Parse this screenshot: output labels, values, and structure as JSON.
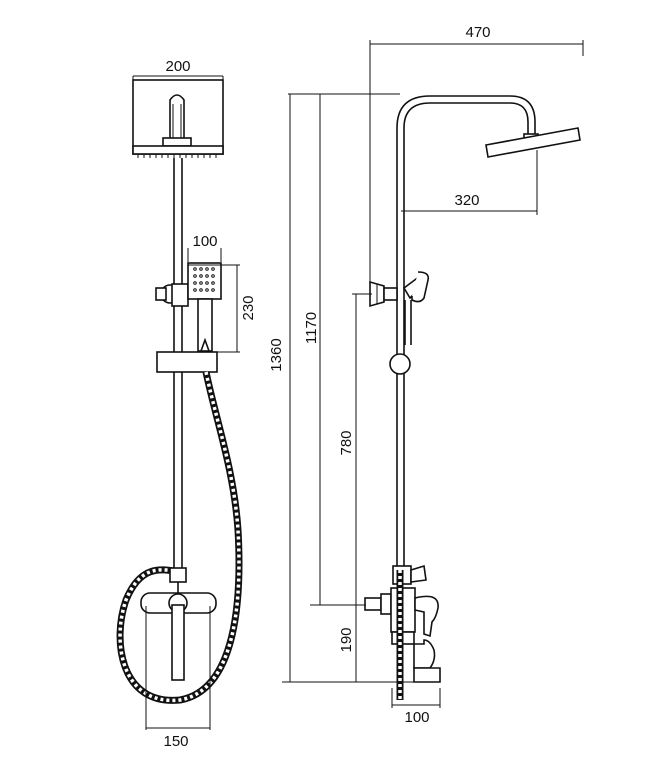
{
  "dimensions": {
    "head_width": "200",
    "handshower_width": "100",
    "handshower_height": "230",
    "total_height": "1360",
    "head_height": "1170",
    "holder_height": "780",
    "spout_height": "190",
    "mixer_width": "150",
    "projection": "470",
    "arm_reach": "320",
    "spout_reach": "100"
  }
}
